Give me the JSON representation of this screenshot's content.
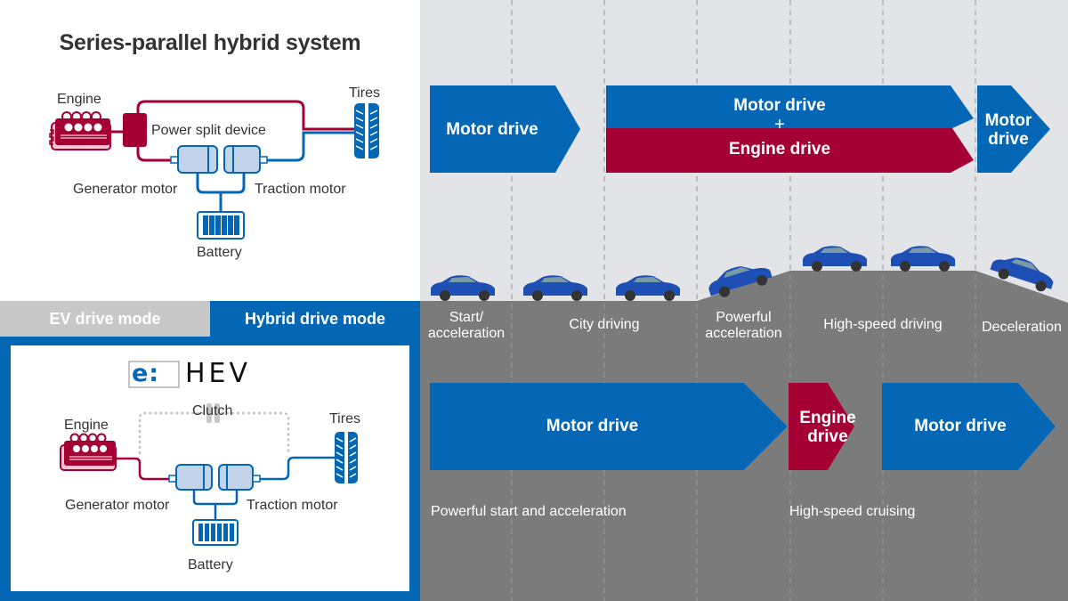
{
  "series_parallel": {
    "title": "Series-parallel hybrid system",
    "labels": {
      "engine": "Engine",
      "power_split": "Power split device",
      "tires": "Tires",
      "generator": "Generator motor",
      "traction": "Traction motor",
      "battery": "Battery"
    }
  },
  "tabs": [
    {
      "label": "EV drive mode",
      "active": false
    },
    {
      "label": "Hybrid drive mode",
      "active": true
    }
  ],
  "ehev": {
    "logo_left": "e:",
    "logo_right": "HEV",
    "labels": {
      "engine": "Engine",
      "clutch": "Clutch",
      "tires": "Tires",
      "generator": "Generator motor",
      "traction": "Traction motor",
      "battery": "Battery"
    }
  },
  "top_sequence": {
    "arrows": [
      {
        "label": "Motor drive",
        "type": "motor"
      },
      {
        "label_top": "Motor drive",
        "plus": "+",
        "label_bottom": "Engine drive",
        "type": "combined"
      },
      {
        "label_line1": "Motor",
        "label_line2": "drive",
        "type": "motor"
      }
    ]
  },
  "scenes": [
    {
      "line1": "Start/",
      "line2": "acceleration"
    },
    {
      "line1": "City driving",
      "line2": ""
    },
    {
      "line1": "Powerful",
      "line2": "acceleration"
    },
    {
      "line1": "High-speed driving",
      "line2": ""
    },
    {
      "line1": "Deceleration",
      "line2": ""
    }
  ],
  "bottom_sequence": {
    "arrows": [
      {
        "label": "Motor drive",
        "type": "motor"
      },
      {
        "label_line1": "Engine",
        "label_line2": "drive",
        "type": "engine"
      },
      {
        "label": "Motor drive",
        "type": "motor"
      }
    ],
    "captions": [
      "Powerful start and acceleration",
      "High-speed cruising"
    ]
  },
  "colors": {
    "motor_blue": "#0467b5",
    "engine_red": "#a50034",
    "road_gray": "#7b7b7b",
    "sky_gray": "#e3e4e8",
    "tab_inactive": "#c8c8c8"
  }
}
